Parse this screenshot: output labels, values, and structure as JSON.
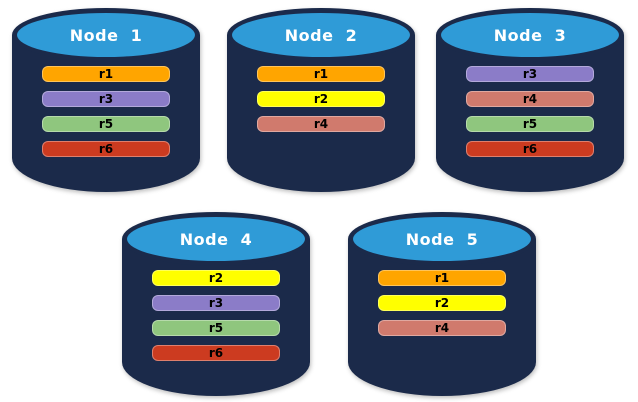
{
  "colors": {
    "cylinder_body": "#1B2A4A",
    "cylinder_top": "#2F9BD7",
    "record_r1": "#FFA500",
    "record_r2": "#FFFF00",
    "record_r3": "#8B7CC8",
    "record_r4": "#D07A6D",
    "record_r5": "#8FC67E",
    "record_r6": "#CC3B20"
  },
  "nodes": [
    {
      "label": "Node  1",
      "records": [
        {
          "label": "r1",
          "color": "#FFA500"
        },
        {
          "label": "r3",
          "color": "#8B7CC8"
        },
        {
          "label": "r5",
          "color": "#8FC67E"
        },
        {
          "label": "r6",
          "color": "#CC3B20"
        }
      ]
    },
    {
      "label": "Node  2",
      "records": [
        {
          "label": "r1",
          "color": "#FFA500"
        },
        {
          "label": "r2",
          "color": "#FFFF00"
        },
        {
          "label": "r4",
          "color": "#D07A6D"
        }
      ]
    },
    {
      "label": "Node  3",
      "records": [
        {
          "label": "r3",
          "color": "#8B7CC8"
        },
        {
          "label": "r4",
          "color": "#D07A6D"
        },
        {
          "label": "r5",
          "color": "#8FC67E"
        },
        {
          "label": "r6",
          "color": "#CC3B20"
        }
      ]
    },
    {
      "label": "Node  4",
      "records": [
        {
          "label": "r2",
          "color": "#FFFF00"
        },
        {
          "label": "r3",
          "color": "#8B7CC8"
        },
        {
          "label": "r5",
          "color": "#8FC67E"
        },
        {
          "label": "r6",
          "color": "#CC3B20"
        }
      ]
    },
    {
      "label": "Node  5",
      "records": [
        {
          "label": "r1",
          "color": "#FFA500"
        },
        {
          "label": "r2",
          "color": "#FFFF00"
        },
        {
          "label": "r4",
          "color": "#D07A6D"
        }
      ]
    }
  ]
}
